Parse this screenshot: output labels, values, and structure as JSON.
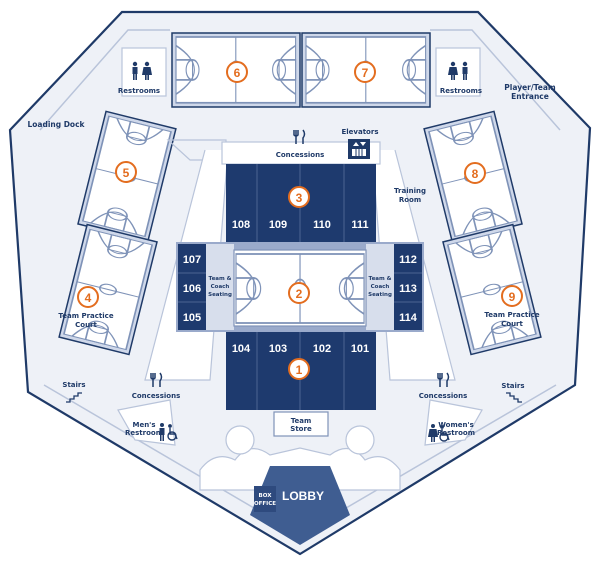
{
  "colors": {
    "outline": "#1f3a68",
    "navy": "#1e3a6e",
    "court_border": "#8ea3c7",
    "court_line": "#7f93b8",
    "floor": "#eef1f7",
    "accent": "#e36d1f"
  },
  "courts": [
    {
      "number": "1"
    },
    {
      "number": "2"
    },
    {
      "number": "3"
    },
    {
      "number": "4",
      "label_line1": "Team Practice",
      "label_line2": "Court"
    },
    {
      "number": "5"
    },
    {
      "number": "6"
    },
    {
      "number": "7"
    },
    {
      "number": "8"
    },
    {
      "number": "9",
      "label_line1": "Team Practice",
      "label_line2": "Court"
    }
  ],
  "sections": {
    "top": [
      "108",
      "109",
      "110",
      "111"
    ],
    "bottom": [
      "104",
      "103",
      "102",
      "101"
    ],
    "left": [
      "107",
      "106",
      "105"
    ],
    "right": [
      "112",
      "113",
      "114"
    ]
  },
  "labels": {
    "loading_dock": "Loading Dock",
    "restrooms_left": "Restrooms",
    "restrooms_right": "Restrooms",
    "player_entrance_1": "Player/Team",
    "player_entrance_2": "Entrance",
    "elevators": "Elevators",
    "concessions_top": "Concessions",
    "training_room_1": "Training",
    "training_room_2": "Room",
    "team_coach_left": [
      "Team &",
      "Coach",
      "Seating"
    ],
    "team_coach_right": [
      "Team &",
      "Coach",
      "Seating"
    ],
    "concessions_left": "Concessions",
    "concessions_right": "Concessions",
    "stairs_left": "Stairs",
    "stairs_right": "Stairs",
    "mens_restroom_1": "Men's",
    "mens_restroom_2": "Restroom",
    "womens_restroom_1": "Women's",
    "womens_restroom_2": "Restroom",
    "team_store_1": "Team",
    "team_store_2": "Store",
    "box_office_1": "BOX",
    "box_office_2": "OFFICE",
    "lobby": "LOBBY"
  },
  "icons": [
    "restroom-icon",
    "wheelchair-icon",
    "fork-knife-icon",
    "elevator-icon",
    "stairs-icon"
  ]
}
